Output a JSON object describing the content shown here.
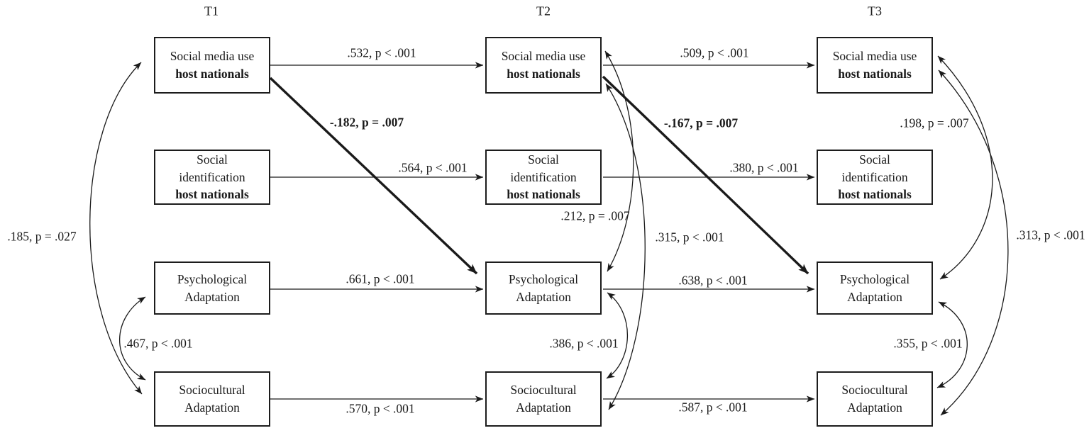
{
  "figure": {
    "time_points": [
      {
        "label": "T1"
      },
      {
        "label": "T2"
      },
      {
        "label": "T3"
      }
    ],
    "constructs": {
      "social_media_use": {
        "line1": "Social media use",
        "line2": "host nationals"
      },
      "social_identification": {
        "line1": "Social",
        "line2": "identification",
        "line3": "host nationals"
      },
      "psychological_adaptation": {
        "line1": "Psychological",
        "line2": "Adaptation"
      },
      "sociocultural_adaptation": {
        "line1": "Sociocultural",
        "line2": "Adaptation"
      }
    },
    "paths": {
      "stability": {
        "smu_t1_t2": ".532, p < .001",
        "smu_t2_t3": ".509, p < .001",
        "sid_t1_t2": ".564, p < .001",
        "sid_t2_t3": ".380, p < .001",
        "psy_t1_t2": ".661, p < .001",
        "psy_t2_t3": ".638, p < .001",
        "soc_t1_t2": ".570, p < .001",
        "soc_t2_t3": ".587, p < .001"
      },
      "cross_lagged": {
        "smu_t1_to_psy_t2": "-.182, p = .007",
        "smu_t2_to_psy_t3": "-.167, p = .007"
      },
      "correlations": {
        "t1_smu_soc": ".185, p = .027",
        "t1_psy_soc": ".467, p < .001",
        "t2_smu_psy": ".212, p = .007",
        "t2_smu_soc": ".315, p < .001",
        "t2_psy_soc": ".386, p < .001",
        "t3_smu_psy": ".198, p = .007",
        "t3_smu_soc": ".313, p < .001",
        "t3_psy_soc": ".355, p < .001"
      }
    },
    "colors": {
      "line": "#1a1a1a",
      "background": "#ffffff"
    }
  }
}
